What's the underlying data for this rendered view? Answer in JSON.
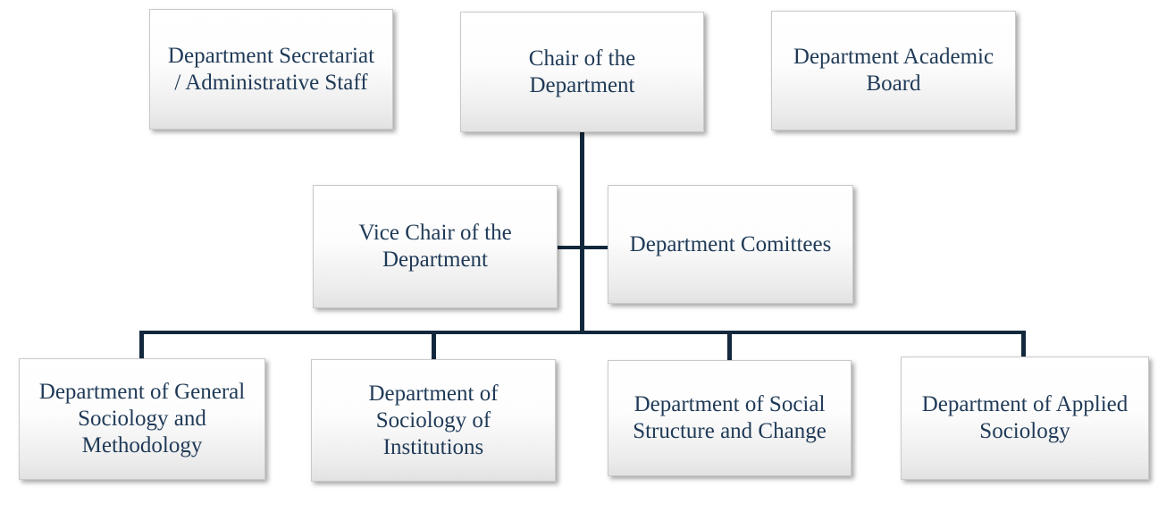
{
  "diagram": {
    "type": "org-chart",
    "background": "#ffffff",
    "colors": {
      "node_text": "#1f3a57",
      "connector": "#13283c",
      "node_fill_top": "#ffffff",
      "node_fill_bottom": "#e2e2e2",
      "node_border": "#c9c9c9"
    },
    "nodes": {
      "secretariat": {
        "label": "Department Secretariat\n/ Administrative Staff"
      },
      "chair": {
        "label": "Chair of the\nDepartment"
      },
      "academic_board": {
        "label": "Department Academic\nBoard"
      },
      "vice_chair": {
        "label": "Vice Chair of the\nDepartment"
      },
      "committees": {
        "label": "Department Comittees"
      },
      "general_sociology": {
        "label": "Department of General\nSociology and\nMethodology"
      },
      "sociology_of_institutions": {
        "label": "Department of\nSociology of\nInstitutions"
      },
      "social_structure": {
        "label": "Department of Social\nStructure and Change"
      },
      "applied_sociology": {
        "label": "Department of Applied\nSociology"
      }
    },
    "edges": [
      {
        "from": "chair",
        "to": "vice_chair"
      },
      {
        "from": "chair",
        "to": "committees"
      },
      {
        "from": "chair",
        "to": "general_sociology"
      },
      {
        "from": "chair",
        "to": "sociology_of_institutions"
      },
      {
        "from": "chair",
        "to": "social_structure"
      },
      {
        "from": "chair",
        "to": "applied_sociology"
      }
    ]
  }
}
